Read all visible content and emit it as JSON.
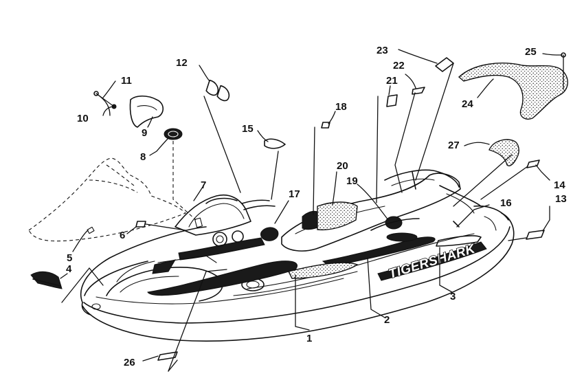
{
  "callouts": [
    {
      "id": "1",
      "text": "1"
    },
    {
      "id": "2",
      "text": "2"
    },
    {
      "id": "3",
      "text": "3"
    },
    {
      "id": "4",
      "text": "4"
    },
    {
      "id": "5",
      "text": "5"
    },
    {
      "id": "6",
      "text": "6"
    },
    {
      "id": "7",
      "text": "7"
    },
    {
      "id": "8",
      "text": "8"
    },
    {
      "id": "9",
      "text": "9"
    },
    {
      "id": "10",
      "text": "10"
    },
    {
      "id": "11",
      "text": "11"
    },
    {
      "id": "12",
      "text": "12"
    },
    {
      "id": "13",
      "text": "13"
    },
    {
      "id": "14",
      "text": "14"
    },
    {
      "id": "15",
      "text": "15"
    },
    {
      "id": "16",
      "text": "16"
    },
    {
      "id": "17",
      "text": "17"
    },
    {
      "id": "18",
      "text": "18"
    },
    {
      "id": "19",
      "text": "19"
    },
    {
      "id": "20",
      "text": "20"
    },
    {
      "id": "21",
      "text": "21"
    },
    {
      "id": "22",
      "text": "22"
    },
    {
      "id": "23",
      "text": "23"
    },
    {
      "id": "24",
      "text": "24"
    },
    {
      "id": "25",
      "text": "25"
    },
    {
      "id": "26",
      "text": "26"
    },
    {
      "id": "27",
      "text": "27"
    }
  ],
  "decals": {
    "side_brand": "TIGERSHARK"
  }
}
